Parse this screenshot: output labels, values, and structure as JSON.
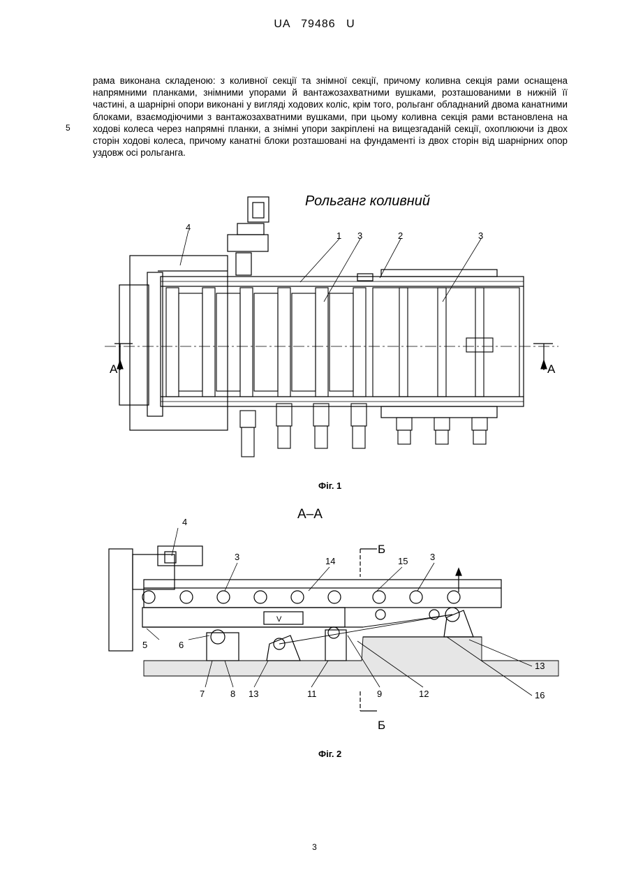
{
  "header": {
    "title": "UA   79486   U"
  },
  "body": {
    "paragraph": "рама виконана складеною: з коливної секції та знімної секції, причому коливна секція рами оснащена напрямними планками, знімними упорами й вантажозахватними вушками, розташованими в нижній її частині, а шарнірні опори виконані у вигляді ходових коліс, крім того, рольганг обладнаний двома канатними блоками, взаємодіючими з вантажозахватними вушками, при цьому коливна секція рами встановлена на ходові колеса через напрямні планки, а знімні упори закріплені на вищезгаданій секції, охоплюючи із двох сторін ходові колеса, причому канатні блоки розташовані на фундаменті із двох сторін від шарнірних опор уздовж осі рольганга.",
    "line_number": "5"
  },
  "figure1": {
    "title": "Рольганг коливний",
    "caption": "Фіг. 1",
    "labels": [
      "4",
      "1",
      "3",
      "2",
      "3"
    ],
    "section_marks": [
      "A",
      "A"
    ]
  },
  "figure2": {
    "title": "A–A",
    "caption": "Фіг. 2",
    "labels": [
      "4",
      "3",
      "14",
      "15",
      "3",
      "5",
      "6",
      "7",
      "8",
      "13",
      "11",
      "9",
      "12",
      "13",
      "16"
    ],
    "section_marks": [
      "Б",
      "Б"
    ],
    "arrow_label": "V"
  },
  "footer": {
    "page_number": "3"
  }
}
